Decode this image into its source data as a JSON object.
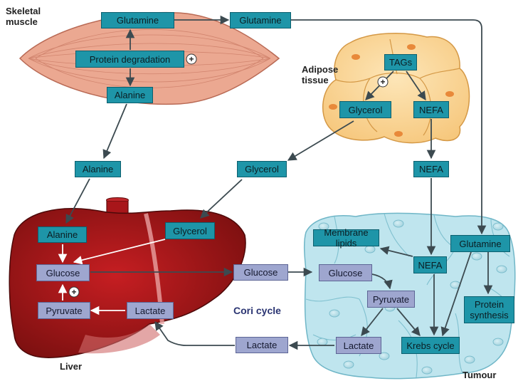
{
  "regions": {
    "skeletal_muscle": "Skeletal\nmuscle",
    "adipose_tissue": "Adipose\ntissue",
    "liver": "Liver",
    "tumour": "Tumour"
  },
  "muscle": {
    "glutamine": "Glutamine",
    "protein_degradation": "Protein degradation",
    "alanine": "Alanine",
    "plus": "+"
  },
  "transport": {
    "glutamine": "Glutamine",
    "alanine": "Alanine",
    "glycerol": "Glycerol",
    "nefa": "NEFA",
    "glucose": "Glucose",
    "lactate": "Lactate"
  },
  "adipose": {
    "tags": "TAGs",
    "glycerol": "Glycerol",
    "nefa": "NEFA",
    "plus": "+"
  },
  "liver": {
    "alanine": "Alanine",
    "glycerol": "Glycerol",
    "glucose": "Glucose",
    "pyruvate": "Pyruvate",
    "lactate": "Lactate",
    "plus": "+"
  },
  "tumour": {
    "membrane_lipids": "Membrane lipids",
    "glutamine": "Glutamine",
    "nefa": "NEFA",
    "glucose": "Glucose",
    "pyruvate": "Pyruvate",
    "protein_synthesis": "Protein\nsynthesis",
    "lactate": "Lactate",
    "krebs_cycle": "Krebs cycle"
  },
  "cori_cycle": "Cori cycle",
  "colors": {
    "teal_box": "#1e95a8",
    "periwinkle_box": "#9ea6cf",
    "muscle": "#e9a48e",
    "fat": "#fbd79a",
    "liver": "#8e1414",
    "tumour": "#bfe5ee",
    "arrow": "#3c4a50"
  }
}
